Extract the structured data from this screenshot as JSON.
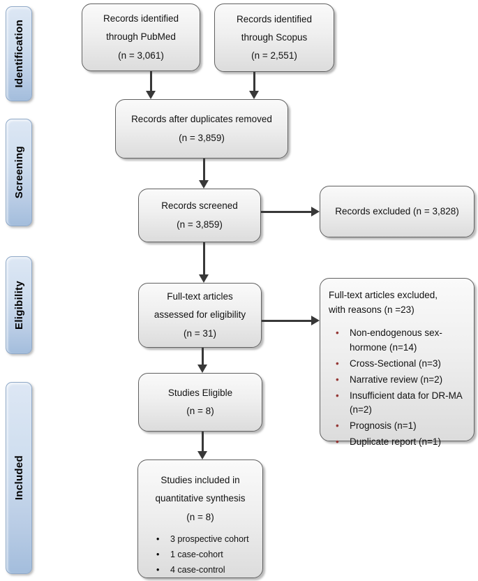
{
  "sidebar": {
    "stages": [
      {
        "label": "Identification"
      },
      {
        "label": "Screening"
      },
      {
        "label": "Eligibility"
      },
      {
        "label": "Included"
      }
    ]
  },
  "boxes": {
    "pubmed": {
      "line1": "Records identified",
      "line2": "through PubMed",
      "line3": "(n = 3,061)"
    },
    "scopus": {
      "line1": "Records identified",
      "line2": "through Scopus",
      "line3": "(n = 2,551)"
    },
    "duplicates_removed": {
      "line1": "Records after duplicates removed",
      "line2": "(n = 3,859)"
    },
    "records_screened": {
      "line1": "Records screened",
      "line2": "(n = 3,859)"
    },
    "records_excluded": {
      "line1": "Records excluded (n = 3,828)"
    },
    "fulltext_assessed": {
      "line1": "Full-text articles",
      "line2": "assessed for eligibility",
      "line3": "(n = 31)"
    },
    "fulltext_excluded": {
      "heading_line1": "Full-text articles excluded,",
      "heading_line2": "with reasons (n =23)",
      "reasons": [
        "Non-endogenous sex-hormone (n=14)",
        "Cross-Sectional (n=3)",
        "Narrative review (n=2)",
        "Insufficient data for DR-MA (n=2)",
        "Prognosis (n=1)",
        "Duplicate report (n=1)"
      ]
    },
    "studies_eligible": {
      "line1": "Studies Eligible",
      "line2": "(n = 8)"
    },
    "studies_included": {
      "line1": "Studies included in",
      "line2": "quantitative synthesis",
      "line3": "(n = 8)",
      "study_types": [
        "3 prospective cohort",
        "1 case-cohort",
        "4 case-control"
      ]
    }
  },
  "colors": {
    "stage_bar_top": "#dde7f4",
    "stage_bar_bottom": "#a3bddc",
    "stage_bar_border": "#8fa9c8",
    "box_fill_top": "#fafafa",
    "box_fill_bottom": "#dcdcdc",
    "box_border": "#606060",
    "arrow": "#383838",
    "excluded_bullet": "#943634",
    "included_bullet": "#000000"
  }
}
